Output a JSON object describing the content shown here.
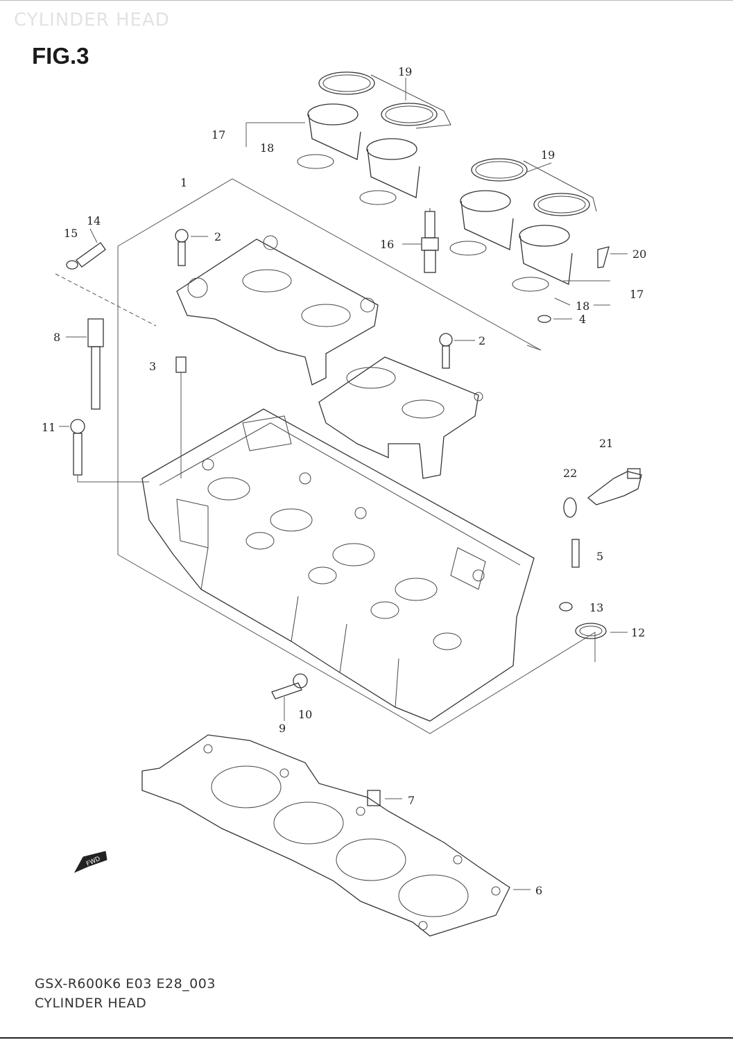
{
  "watermark_title": "CYLINDER HEAD",
  "figure_label": "FIG.3",
  "footer": {
    "model_code": "GSX-R600K6 E03 E28_003",
    "section_title": "CYLINDER HEAD"
  },
  "fwd_label": "FWD",
  "callouts": {
    "c1": "1",
    "c2a": "2",
    "c2b": "2",
    "c3": "3",
    "c4": "4",
    "c5": "5",
    "c6": "6",
    "c7": "7",
    "c8": "8",
    "c9": "9",
    "c10": "10",
    "c11": "11",
    "c12": "12",
    "c13": "13",
    "c14": "14",
    "c15": "15",
    "c16": "16",
    "c17a": "17",
    "c17b": "17",
    "c18a": "18",
    "c18b": "18",
    "c19a": "19",
    "c19b": "19",
    "c20": "20",
    "c21": "21",
    "c22": "22"
  }
}
